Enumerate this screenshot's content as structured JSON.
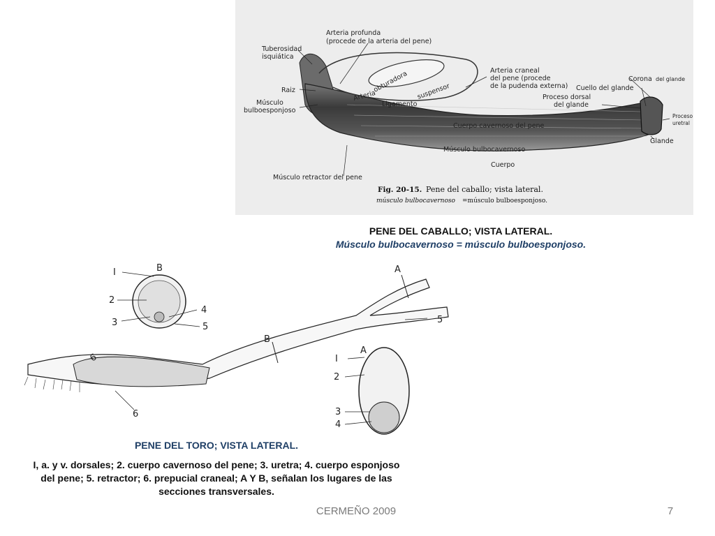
{
  "top_figure": {
    "labels": {
      "arteria_profunda_1": "Arteria profunda",
      "arteria_profunda_2": "(procede de la arteria del pene)",
      "tuberosidad_1": "Tuberosidad",
      "tuberosidad_2": "isquiática",
      "raiz": "Raiz",
      "musculo_bulbo_1": "Músculo",
      "musculo_bulbo_2": "bulboesponjoso",
      "arteria": "Arteria",
      "obturadora": "obturadora",
      "ligamento": "Ligamento",
      "suspensor": "suspensor",
      "arteria_craneal_1": "Arteria craneal",
      "arteria_craneal_2": "del pene (procede",
      "arteria_craneal_3": "de la pudenda externa)",
      "corona_1": "Corona",
      "corona_2": "del glande",
      "cuello": "Cuello del glande",
      "proceso_dorsal_1": "Proceso dorsal",
      "proceso_dorsal_2": "del glande",
      "proceso_uretral_1": "Proceso",
      "proceso_uretral_2": "uretral",
      "cuerpo_cavernoso": "Cuerpo cavernoso del pene",
      "glande": "Glande",
      "musculo_bulbocavernoso": "Músculo bulbocavernoso",
      "cuerpo": "Cuerpo",
      "musculo_retractor": "Músculo retractor del pene",
      "fig_number": "Fig. 20-15.",
      "fig_title": "Pene del caballo; vista lateral.",
      "fig_sub_a": "músculo bulbocavernoso",
      "fig_sub_b": "=músculo bulboesponjoso."
    }
  },
  "horse_caption": {
    "title": "PENE DEL CABALLO; VISTA LATERAL.",
    "subtitle": "Músculo bulbocavernoso = músculo bulboesponjoso."
  },
  "bottom_figure": {
    "labels": {
      "I": "I",
      "B": "B",
      "n2": "2",
      "n3": "3",
      "n4": "4",
      "n5": "5",
      "A": "A",
      "n6": "6"
    }
  },
  "bull_caption": "PENE DEL TORO; VISTA LATERAL.",
  "legend": {
    "line1": "I, a. y v. dorsales; 2. cuerpo cavernoso del pene; 3. uretra; 4. cuerpo esponjoso",
    "line2": "del pene; 5. retractor; 6. prepucial craneal; A Y B, señalan los lugares de las",
    "line3": "secciones transversales."
  },
  "footer": {
    "text": "CERMEÑO 2009",
    "page": "7"
  }
}
